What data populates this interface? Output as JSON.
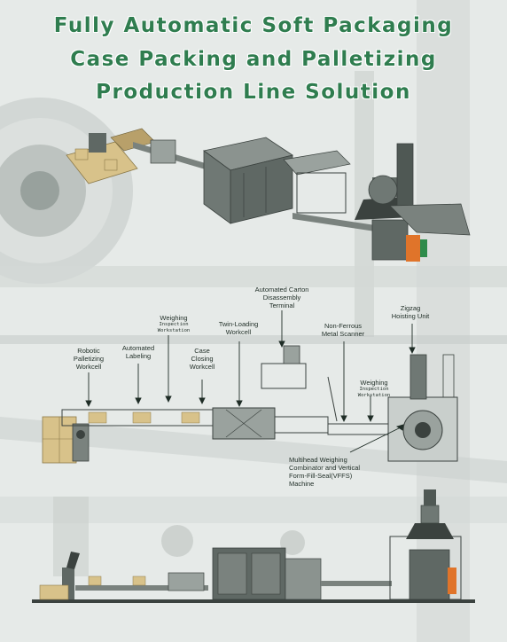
{
  "title": {
    "line1": "Fully Automatic Soft Packaging",
    "line2": "Case Packing and Palletizing",
    "line3": "Production Line Solution"
  },
  "colors": {
    "title": "#2f7d4f",
    "machine": "#5f6864",
    "machine_dark": "#3b423f",
    "cardboard": "#d8c28a",
    "accent_orange": "#e0742a",
    "accent_green": "#2e8b4a"
  },
  "labels": {
    "robotic_palletizing": "Robotic\nPalletizing\nWorkcell",
    "automated_labeling": "Automated\nLabeling",
    "weighing_inspection_1": "Weighing",
    "weighing_inspection_1_sub": "Inspection\nWorkstation",
    "case_closing": "Case\nClosing\nWorkcell",
    "twin_loading": "Twin-Loading\nWorkcell",
    "carton_disassembly": "Automated Carton\nDisassembly\nTerminal",
    "metal_scanner": "Non-Ferrous\nMetal Scanner",
    "zigzag_hoisting": "Zigzag\nHoisting Unit",
    "weighing_inspection_2": "Weighing",
    "weighing_inspection_2_sub": "Inspection\nWorkstation",
    "multihead_vffs": "Multihead Weighing\nCombinator and Vertical\nForm-Fill-Seal(VFFS)\nMachine"
  }
}
